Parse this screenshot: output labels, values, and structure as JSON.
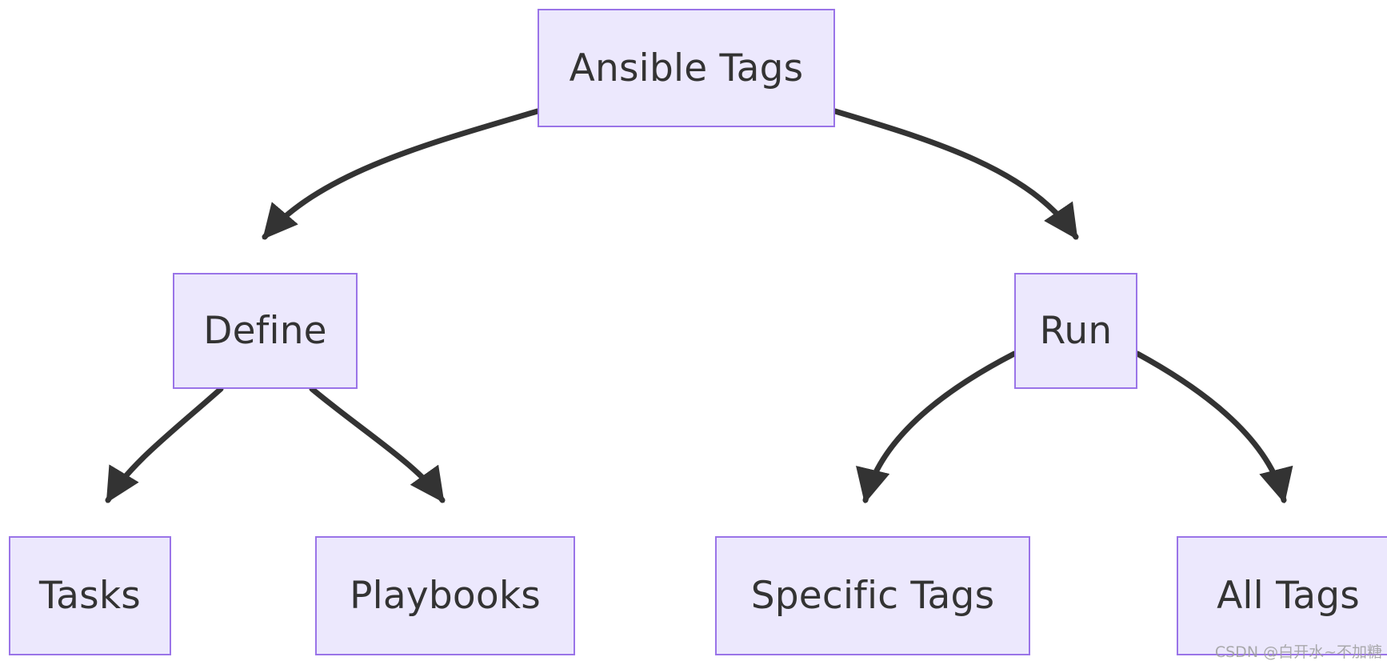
{
  "diagram": {
    "type": "flowchart",
    "direction": "top-down",
    "title": "Ansible Tags",
    "background": "#ffffff",
    "node_style": {
      "fill": "#ece8fd",
      "stroke": "#9a74e8",
      "text_color": "#333333",
      "edge_color": "#333333"
    },
    "nodes": [
      {
        "id": "root",
        "label": "Ansible Tags",
        "level": 0
      },
      {
        "id": "define",
        "label": "Define",
        "level": 1
      },
      {
        "id": "run",
        "label": "Run",
        "level": 1
      },
      {
        "id": "tasks",
        "label": "Tasks",
        "level": 2
      },
      {
        "id": "playbooks",
        "label": "Playbooks",
        "level": 2
      },
      {
        "id": "specific",
        "label": "Specific Tags",
        "level": 2
      },
      {
        "id": "alltags",
        "label": "All Tags",
        "level": 2
      }
    ],
    "edges": [
      {
        "from": "root",
        "to": "define",
        "arrow": "arrowhead"
      },
      {
        "from": "root",
        "to": "run",
        "arrow": "arrowhead"
      },
      {
        "from": "define",
        "to": "tasks",
        "arrow": "arrowhead"
      },
      {
        "from": "define",
        "to": "playbooks",
        "arrow": "arrowhead"
      },
      {
        "from": "run",
        "to": "specific",
        "arrow": "arrowhead"
      },
      {
        "from": "run",
        "to": "alltags",
        "arrow": "arrowhead"
      }
    ]
  },
  "watermark": {
    "text": "CSDN @白开水~不加糖"
  }
}
